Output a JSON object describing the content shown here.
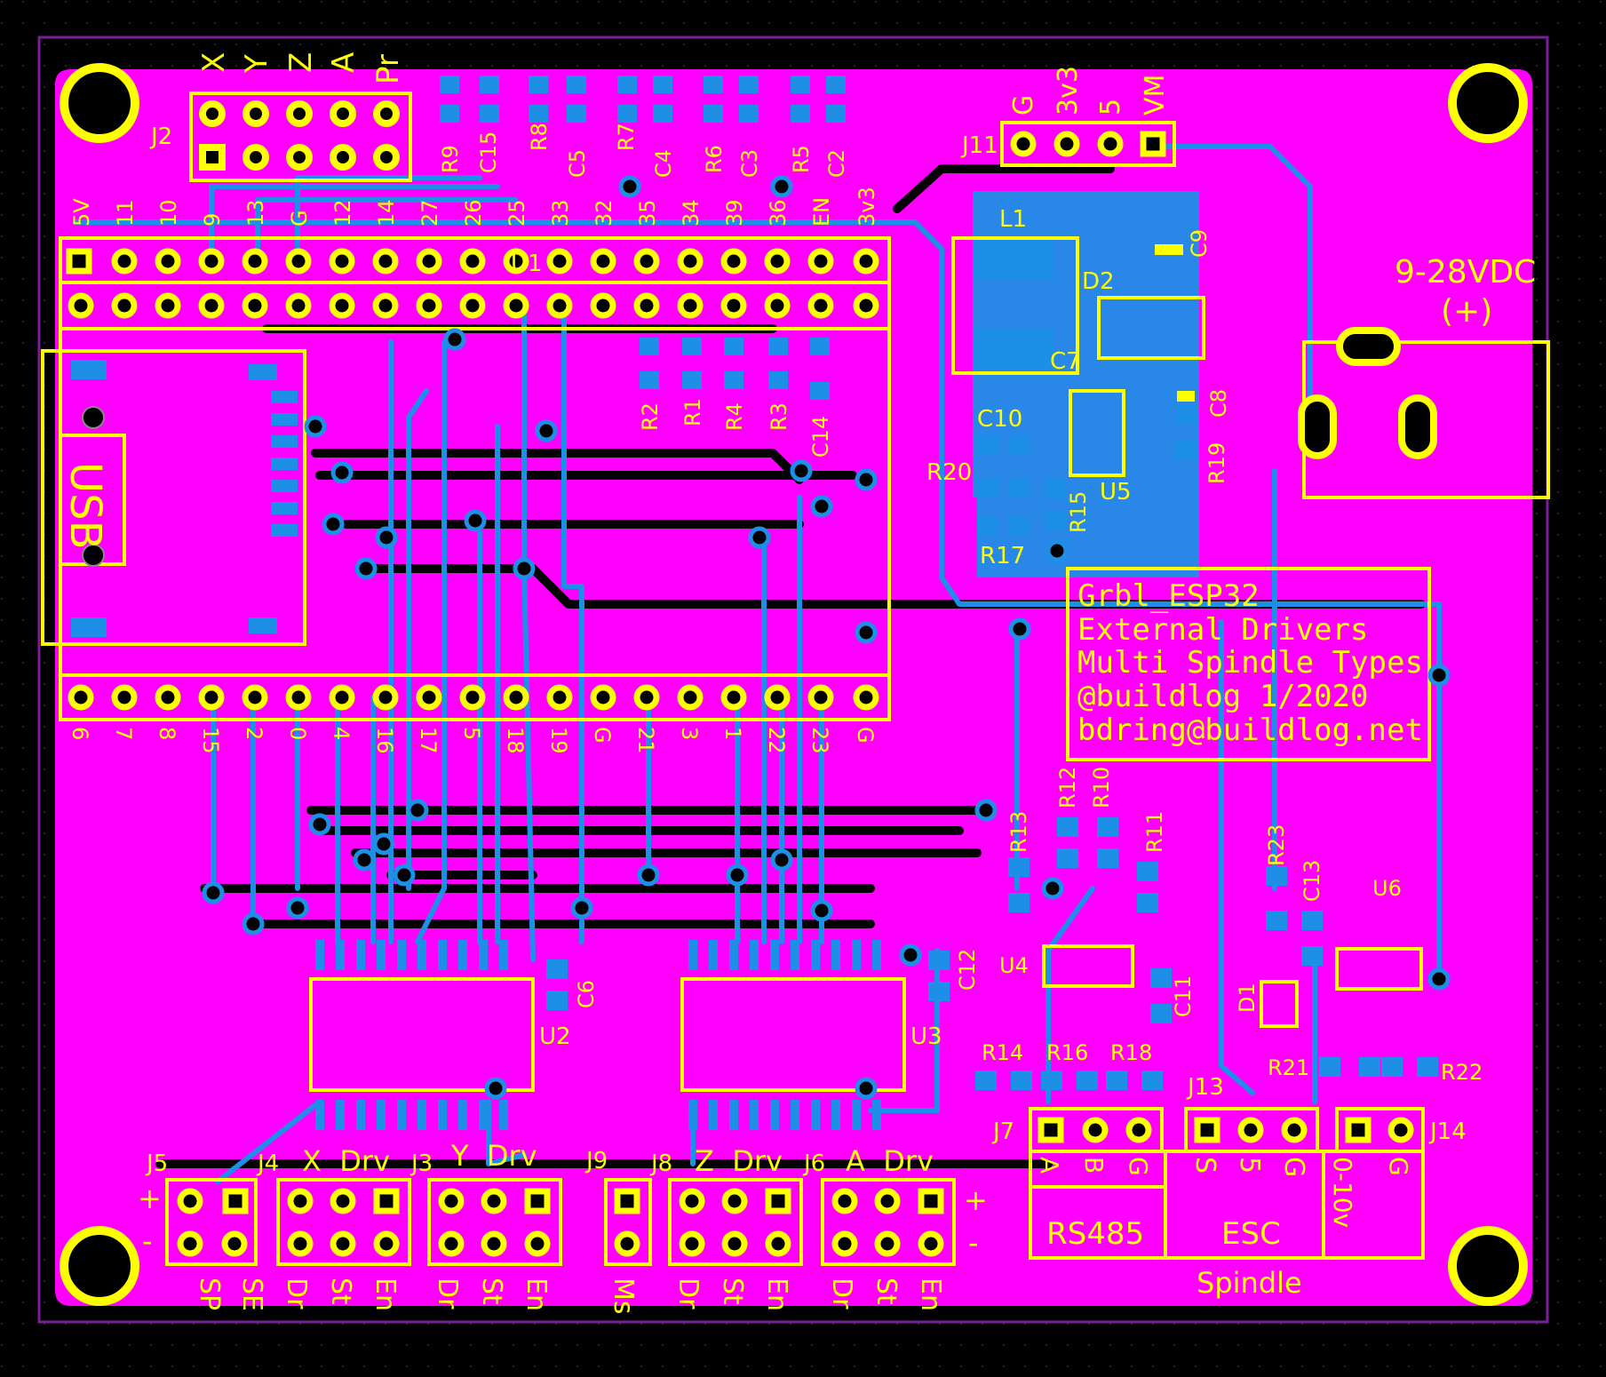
{
  "board": {
    "title_lines": [
      "Grbl_ESP32",
      "External Drivers",
      "Multi Spindle Types",
      "@buildlog 1/2020",
      "bdring@buildlog.net"
    ],
    "power_label_1": "9-28VDC",
    "power_label_2": "(+)",
    "usb_label": "USB",
    "spindle_label": "Spindle",
    "colors": {
      "board": "#ff00ff",
      "copper": "#1e8fe6",
      "silk": "#ffff00",
      "background": "#000000"
    }
  },
  "j2": {
    "ref": "J2",
    "pins": [
      "X",
      "Y",
      "Z",
      "A",
      "Pr"
    ]
  },
  "j11": {
    "ref": "J11",
    "pins": [
      "G",
      "3v3",
      "5",
      "VM"
    ]
  },
  "esp_top_pins": [
    "5V",
    "11",
    "10",
    "9",
    "13",
    "G",
    "12",
    "14",
    "27",
    "26",
    "25",
    "33",
    "32",
    "35",
    "34",
    "39",
    "36",
    "EN",
    "3v3"
  ],
  "esp_bottom_pins": [
    "6",
    "7",
    "8",
    "15",
    "2",
    "0",
    "4",
    "16",
    "17",
    "5",
    "18",
    "19",
    "G",
    "21",
    "3",
    "1",
    "22",
    "23",
    "G"
  ],
  "esp_ref": "U1",
  "components": {
    "r9": "R9",
    "c15": "C15",
    "r8": "R8",
    "c5": "C5",
    "r7": "R7",
    "c4": "C4",
    "r6": "R6",
    "c3": "C3",
    "r5": "R5",
    "c2": "C2",
    "r2": "R2",
    "r1": "R1",
    "r4": "R4",
    "r3": "R3",
    "c14": "C14",
    "l1": "L1",
    "c9": "C9",
    "d2": "D2",
    "c7": "C7",
    "c10": "C10",
    "c8": "C8",
    "r20": "R20",
    "r19": "R19",
    "u5": "U5",
    "r15": "R15",
    "r17": "R17",
    "r12": "R12",
    "r10": "R10",
    "r13": "R13",
    "r11": "R11",
    "u4": "U4",
    "c11": "C11",
    "r14": "R14",
    "r16": "R16",
    "r18": "R18",
    "r23": "R23",
    "c13": "C13",
    "u6": "U6",
    "d1": "D1",
    "r21": "R21",
    "r22": "R22",
    "u2": "U2",
    "c6": "C6",
    "u3": "U3",
    "c12": "C12"
  },
  "connectors": {
    "j5": {
      "ref": "J5",
      "plus": "+",
      "minus": "-",
      "labels": [
        "SP",
        "SE"
      ]
    },
    "j4": {
      "ref": "J4",
      "title": "X  Drv",
      "labels": [
        "Dr",
        "St",
        "En"
      ]
    },
    "j3": {
      "ref": "J3",
      "title": "Y  Drv",
      "labels": [
        "Dr",
        "St",
        "En"
      ]
    },
    "j9": {
      "ref": "J9",
      "labels": [
        "Ms"
      ]
    },
    "j8": {
      "ref": "J8",
      "title": "Z  Drv",
      "labels": [
        "Dr",
        "St",
        "En"
      ]
    },
    "j6": {
      "ref": "J6",
      "title": "A  Drv",
      "labels": [
        "Dr",
        "St",
        "En"
      ],
      "plus": "+",
      "minus": "-"
    },
    "j7": {
      "ref": "J7",
      "labels": [
        "A",
        "B",
        "G"
      ],
      "box": "RS485"
    },
    "j13": {
      "ref": "J13",
      "labels": [
        "S",
        "5",
        "G"
      ],
      "box": "ESC"
    },
    "j14": {
      "ref": "J14",
      "labels": [
        "0-10v",
        "G"
      ]
    }
  }
}
